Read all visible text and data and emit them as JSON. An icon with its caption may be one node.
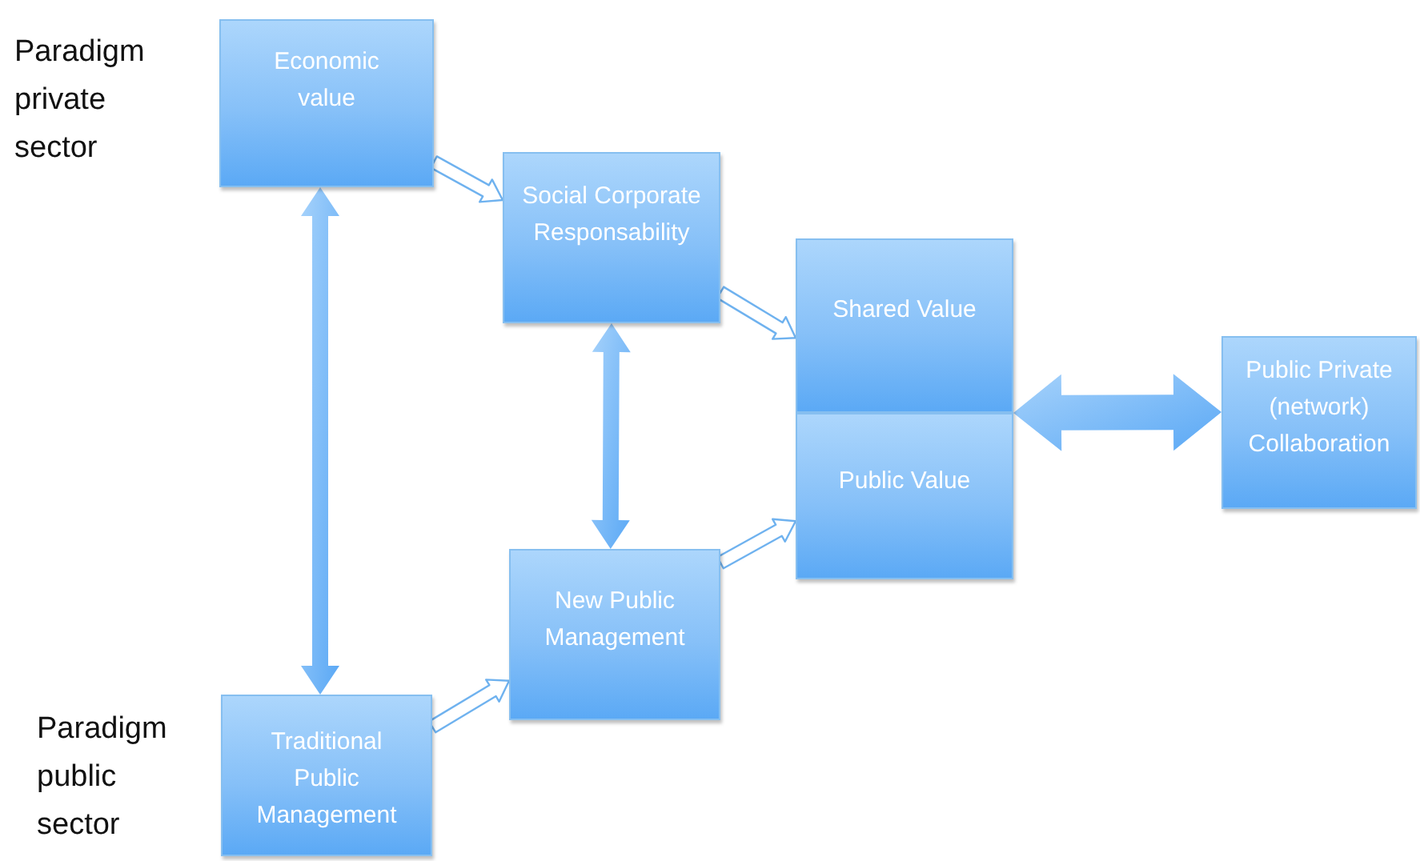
{
  "diagram": {
    "nodes": [
      {
        "text": [
          "Economic value"
        ]
      },
      {
        "text": [
          "Social Corporate Responsability"
        ]
      },
      {
        "text": [
          "Shared Value"
        ]
      },
      {
        "text": [
          "Public Value"
        ]
      },
      {
        "text": [
          "Public Private (network) Collaboration"
        ]
      },
      {
        "text": [
          "New Public Management"
        ]
      },
      {
        "text": [
          "Traditional Public Management"
        ]
      }
    ],
    "edges": [
      {
        "from": 0,
        "to": 1,
        "arrow": "to"
      },
      {
        "from": 1,
        "to": 2,
        "arrow": "to"
      },
      {
        "from": 5,
        "to": 3,
        "arrow": "to"
      },
      {
        "from": 6,
        "to": 5,
        "arrow": "to"
      },
      {
        "from": 0,
        "to": 6,
        "arrow": "both",
        "style": "thick"
      },
      {
        "from": 1,
        "to": 5,
        "arrow": "both",
        "style": "thick"
      },
      {
        "from": 2,
        "to": 4,
        "arrow": "both",
        "style": "thick"
      },
      {
        "from": 3,
        "to": 4,
        "arrow": "both",
        "style": "thick"
      }
    ],
    "labels": [
      "Paradigm private sector",
      "Paradigm public sector"
    ]
  }
}
